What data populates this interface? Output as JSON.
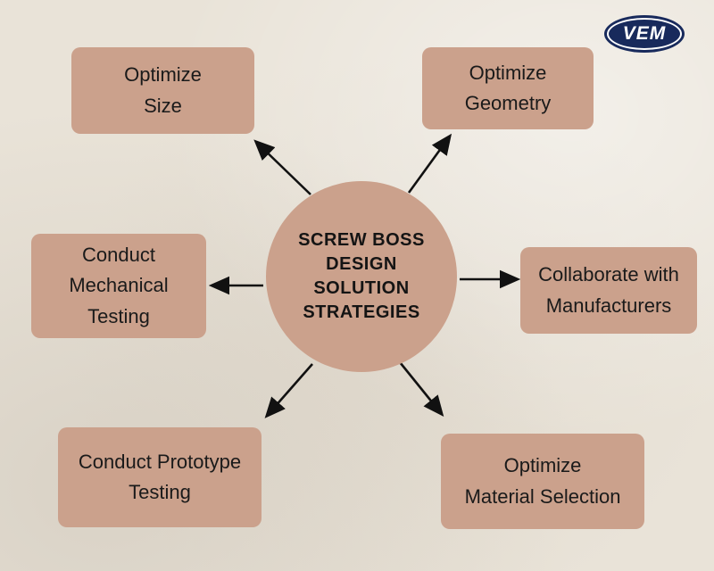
{
  "logo": {
    "text": "VEM"
  },
  "center": {
    "lines": [
      "SCREW BOSS",
      "DESIGN",
      "SOLUTION",
      "STRATEGIES"
    ]
  },
  "nodes": [
    {
      "name": "optimize-size",
      "lines": [
        "Optimize",
        "Size"
      ]
    },
    {
      "name": "optimize-geometry",
      "lines": [
        "Optimize",
        "Geometry"
      ]
    },
    {
      "name": "conduct-mechanical-testing",
      "lines": [
        "Conduct",
        "Mechanical",
        "Testing"
      ]
    },
    {
      "name": "collaborate-with-manufacturers",
      "lines": [
        "Collaborate with",
        "Manufacturers"
      ]
    },
    {
      "name": "conduct-prototype-testing",
      "lines": [
        "Conduct Prototype",
        "Testing"
      ]
    },
    {
      "name": "optimize-material-selection",
      "lines": [
        "Optimize",
        "Material Selection"
      ]
    }
  ],
  "colors": {
    "background": "#e9e3d8",
    "box": "#cba18c",
    "arrow": "#111111",
    "text": "#1a1a1a",
    "logo_bg": "#182a5c",
    "logo_text": "#ffffff"
  }
}
